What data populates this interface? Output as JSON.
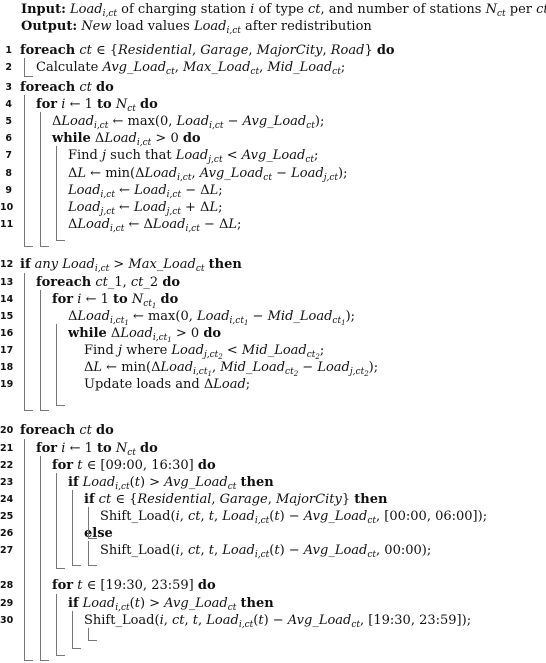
{
  "algorithm": {
    "input": "Load_{i,ct} of charging station i of type ct, and number of stations N_{ct} per ct",
    "output": "New load values Load_{i,ct} after redistribution",
    "lines": [
      {
        "n": "1",
        "text": "foreach ct ∈ {Residential, Garage, MajorCity, Road} do"
      },
      {
        "n": "2",
        "text": "Calculate Avg_Load_ct, Max_Load_ct, Mid_Load_ct;"
      },
      {
        "n": "3",
        "text": "foreach ct do"
      },
      {
        "n": "4",
        "text": "for i ← 1 to N_ct do"
      },
      {
        "n": "5",
        "text": "ΔLoad_{i,ct} ← max(0, Load_{i,ct} − Avg_Load_ct);"
      },
      {
        "n": "6",
        "text": "while ΔLoad_{i,ct} > 0 do"
      },
      {
        "n": "7",
        "text": "Find j such that Load_{j,ct} < Avg_Load_ct;"
      },
      {
        "n": "8",
        "text": "ΔL ← min(ΔLoad_{i,ct}, Avg_Load_ct − Load_{j,ct});"
      },
      {
        "n": "9",
        "text": "Load_{i,ct} ← Load_{i,ct} − ΔL;"
      },
      {
        "n": "10",
        "text": "Load_{j,ct} ← Load_{j,ct} + ΔL;"
      },
      {
        "n": "11",
        "text": "ΔLoad_{i,ct} ← ΔLoad_{i,ct} − ΔL;"
      },
      {
        "n": "12",
        "text": "if any Load_{i,ct} > Max_Load_ct then"
      },
      {
        "n": "13",
        "text": "foreach ct_1, ct_2 do"
      },
      {
        "n": "14",
        "text": "for i ← 1 to N_{ct_1} do"
      },
      {
        "n": "15",
        "text": "ΔLoad_{i,ct_1} ← max(0, Load_{i,ct_1} − Mid_Load_{ct_1});"
      },
      {
        "n": "16",
        "text": "while ΔLoad_{i,ct_1} > 0 do"
      },
      {
        "n": "17",
        "text": "Find j where Load_{j,ct_2} < Mid_Load_{ct_2};"
      },
      {
        "n": "18",
        "text": "ΔL ← min(ΔLoad_{i,ct_1}, Mid_Load_{ct_2} − Load_{j,ct_2});"
      },
      {
        "n": "19",
        "text": "Update loads and ΔLoad;"
      },
      {
        "n": "20",
        "text": "foreach ct do"
      },
      {
        "n": "21",
        "text": "for i ← 1 to N_ct do"
      },
      {
        "n": "22",
        "text": "for t ∈ [09:00, 16:30] do"
      },
      {
        "n": "23",
        "text": "if Load_{i,ct}(t) > Avg_Load_ct then"
      },
      {
        "n": "24",
        "text": "if ct ∈ {Residential, Garage, MajorCity} then"
      },
      {
        "n": "25",
        "text": "Shift_Load(i, ct, t, Load_{i,ct}(t) − Avg_Load_ct, [00:00, 06:00]);"
      },
      {
        "n": "26",
        "text": "else"
      },
      {
        "n": "27",
        "text": "Shift_Load(i, ct, t, Load_{i,ct}(t) − Avg_Load_ct, 00:00);"
      },
      {
        "n": "28",
        "text": "for t ∈ [19:30, 23:59] do"
      },
      {
        "n": "29",
        "text": "if Load_{i,ct}(t) > Avg_Load_ct then"
      },
      {
        "n": "30",
        "text": "Shift_Load(i, ct, t, Load_{i,ct}(t) − Avg_Load_ct, [19:30, 23:59]);"
      }
    ]
  }
}
